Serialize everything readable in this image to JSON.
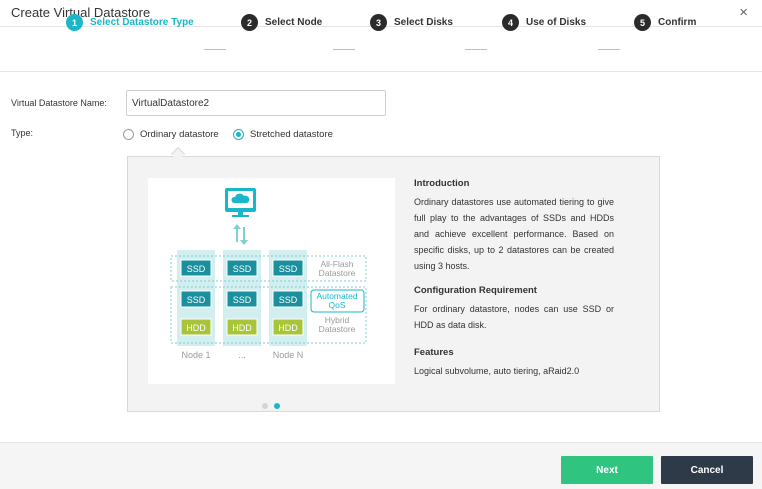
{
  "window": {
    "title": "Create Virtual Datastore",
    "close_glyph": "×"
  },
  "steps": [
    {
      "num": "1",
      "label": "Select Datastore Type",
      "active": true
    },
    {
      "num": "2",
      "label": "Select Node",
      "active": false
    },
    {
      "num": "3",
      "label": "Select Disks",
      "active": false
    },
    {
      "num": "4",
      "label": "Use of Disks",
      "active": false
    },
    {
      "num": "5",
      "label": "Confirm",
      "active": false
    }
  ],
  "form": {
    "name_label": "Virtual Datastore Name:",
    "name_value": "VirtualDatastore2",
    "type_label": "Type:",
    "type_options": [
      {
        "label": "Ordinary datastore",
        "checked": false
      },
      {
        "label": "Stretched datastore",
        "checked": true
      }
    ]
  },
  "illustration": {
    "disk_ssd": "SSD",
    "disk_hdd": "HDD",
    "all_flash": [
      "All-Flash",
      "Datastore"
    ],
    "automated_qos": [
      "Automated",
      "QoS"
    ],
    "hybrid": [
      "Hybrid",
      "Datastore"
    ],
    "nodes": [
      "Node 1",
      "...",
      "Node N"
    ]
  },
  "info": {
    "intro_heading": "Introduction",
    "intro_text": "Ordinary datastores use automated tiering to give full play to the advantages of SSDs and HDDs and achieve excellent performance. Based on specific disks, up to 2 datastores can be created using 3 hosts.",
    "config_heading": "Configuration Requirement",
    "config_text": "For ordinary datastore, nodes can use SSD or HDD as data disk.",
    "features_heading": "Features",
    "features_text": "Logical subvolume, auto tiering, aRaid2.0"
  },
  "carousel": {
    "count": 2,
    "active_index": 1
  },
  "footer": {
    "next_label": "Next",
    "cancel_label": "Cancel"
  },
  "colors": {
    "accent": "#19b7c9",
    "ssd": "#1a8f9e",
    "hdd": "#a8c43a",
    "next": "#2fc480",
    "cancel": "#2e3a48"
  }
}
